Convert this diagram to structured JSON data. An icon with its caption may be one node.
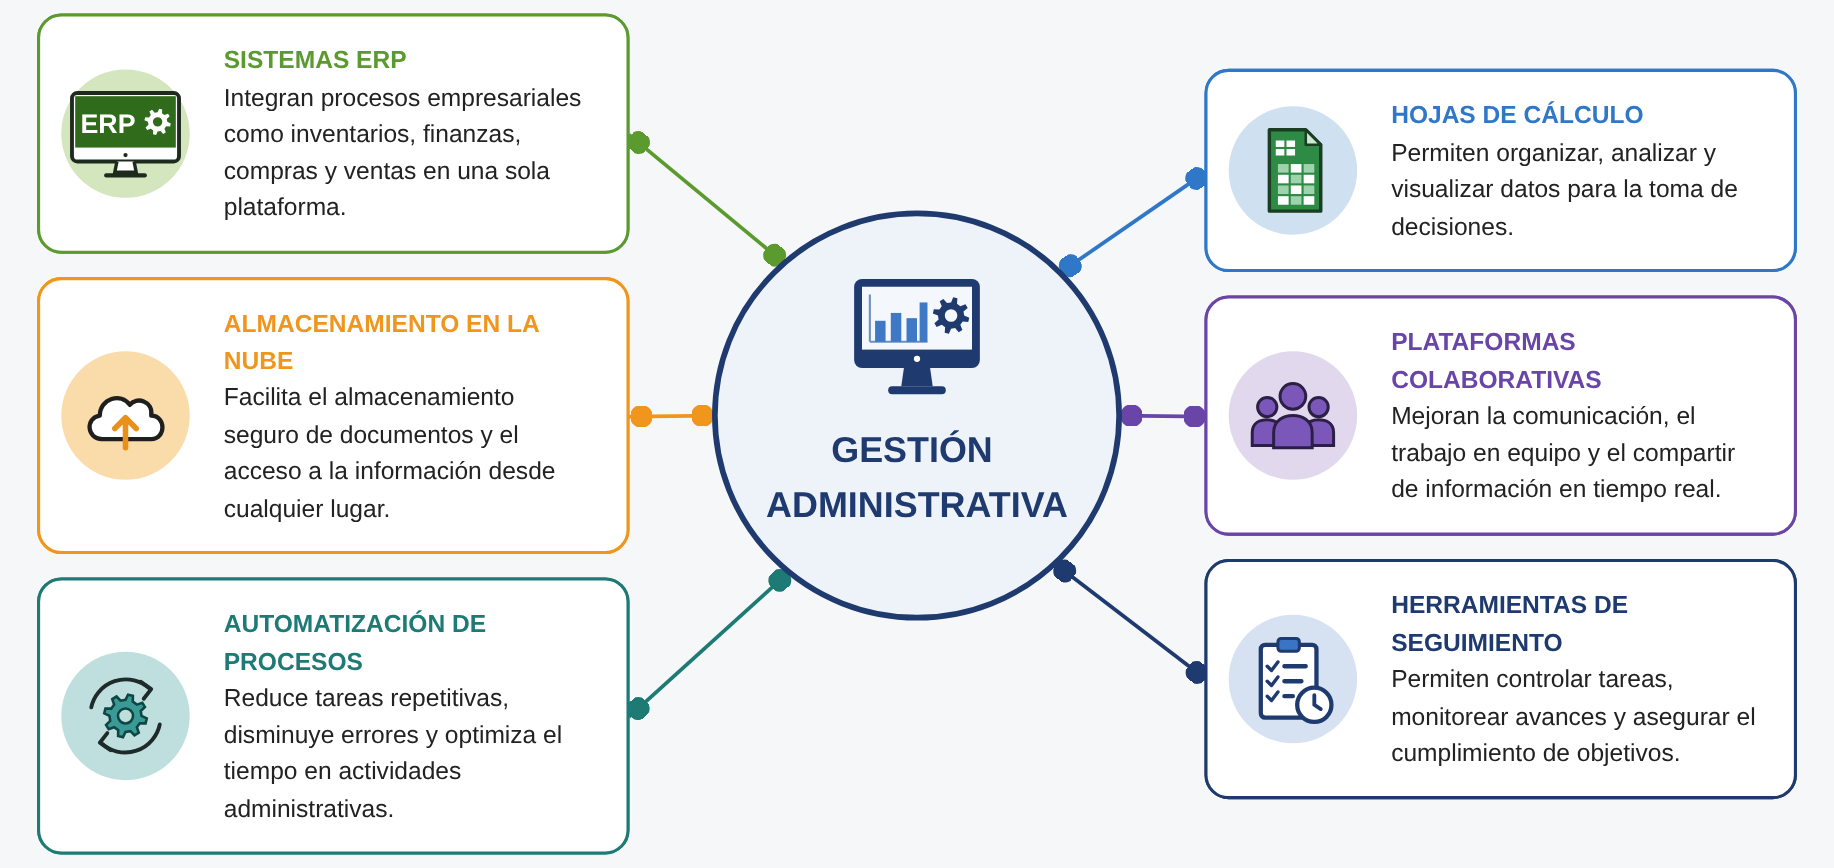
{
  "diagram": {
    "nodes": [
      {
        "text": [
          "SISTEMAS ERP",
          "Integran procesos empresariales como inventarios, finanzas, compras y ventas en una sola plataforma."
        ]
      },
      {
        "text": [
          "HOJAS DE CÁLCULO",
          "Permiten organizar, analizar y visualizar datos para la toma de decisiones."
        ]
      },
      {
        "text": [
          "ALMACENAMIENTO EN LA NUBE",
          "Facilita el almacenamiento seguro de documentos y el acceso a la información desde cualquier lugar."
        ]
      },
      {
        "text": [
          "GESTIÓN ADMINISTRATIVA"
        ]
      },
      {
        "text": [
          "PLATAFORMAS COLABORATIVAS",
          "Mejoran la comunicación, el trabajo en equipo y el compartir de información en tiempo real."
        ]
      },
      {
        "text": [
          "AUTOMATIZACIÓN DE PROCESOS",
          "Reduce tareas repetitivas, disminuye errores y optimiza el tiempo en actividades administrativas."
        ]
      },
      {
        "text": [
          "HERRAMIENTAS DE SEGUIMIENTO",
          "Permiten controlar tareas, monitorear avances y asegurar el cumplimiento de objetivos."
        ]
      }
    ],
    "edges": [
      {
        "from": 0,
        "to": 3,
        "arrow": "other",
        "color": "#5b9a2e"
      },
      {
        "from": 3,
        "to": 1,
        "arrow": "other",
        "color": "#2f78c8"
      },
      {
        "from": 2,
        "to": 3,
        "arrow": "other",
        "color": "#f0961c"
      },
      {
        "from": 3,
        "to": 4,
        "arrow": "other",
        "color": "#6a45a8"
      },
      {
        "from": 5,
        "to": 3,
        "arrow": "other",
        "color": "#1d7a74"
      },
      {
        "from": 3,
        "to": 6,
        "arrow": "other",
        "color": "#1f3a6e"
      }
    ],
    "labels": [
      "ERP"
    ]
  }
}
